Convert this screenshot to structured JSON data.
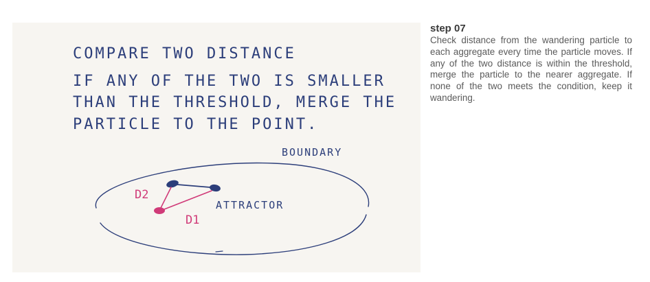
{
  "sketch": {
    "lines": [
      "COMPARE TWO DISTANCE",
      "IF ANY OF THE TWO IS SMALLER",
      "THAN THE THRESHOLD, MERGE THE",
      "PARTICLE TO THE POINT."
    ],
    "labels": {
      "boundary": "BOUNDARY",
      "d1": "D1",
      "d2": "D2",
      "attractor": "ATTRACTOR"
    },
    "colors": {
      "ink_blue": "#2c3e7a",
      "ink_pink": "#d03a78",
      "paper": "#f7f5f1"
    }
  },
  "caption": {
    "step": "step 07",
    "body": "Check distance from the wandering particle to each aggregate every time the particle moves. If any of the two distance is within the threshold, merge the particle to the nearer aggregate. If none of the two meets the condition, keep it wandering."
  }
}
